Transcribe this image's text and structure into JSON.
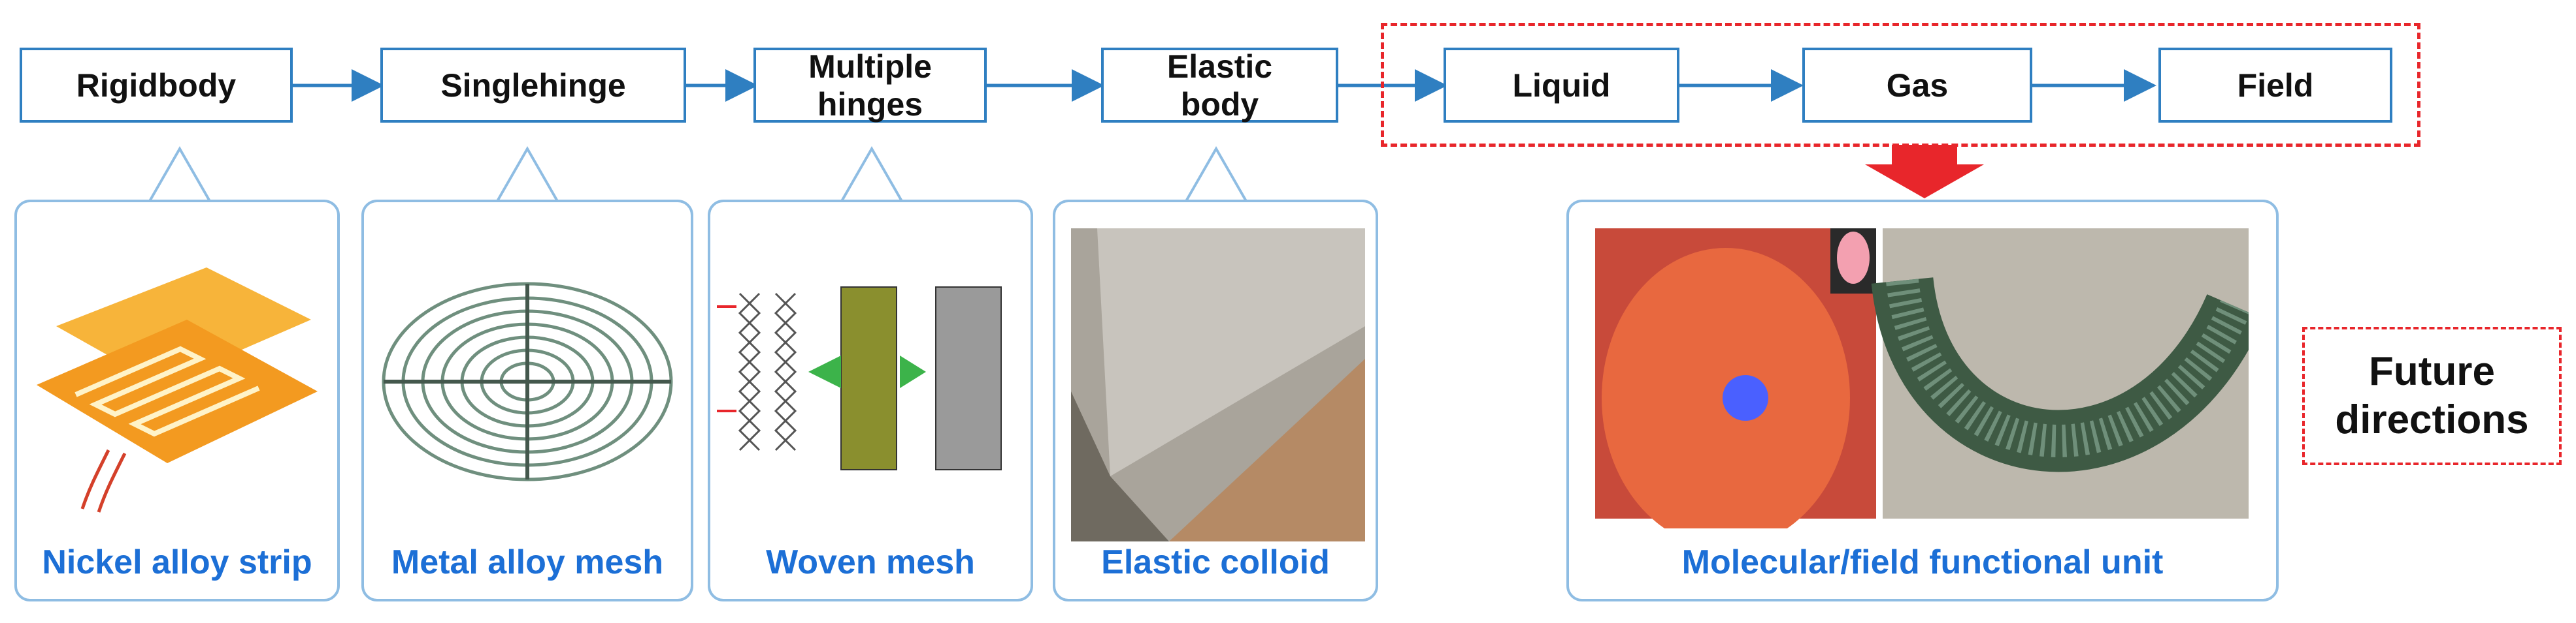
{
  "flow": [
    {
      "id": "rigidbody",
      "label": "Rigidbody"
    },
    {
      "id": "singlehinge",
      "label": "Singlehinge"
    },
    {
      "id": "multiple-hinges",
      "label": "Multiple\nhinges"
    },
    {
      "id": "elastic-body",
      "label": "Elastic\nbody"
    },
    {
      "id": "liquid",
      "label": "Liquid"
    },
    {
      "id": "gas",
      "label": "Gas"
    },
    {
      "id": "field",
      "label": "Field"
    }
  ],
  "cards": [
    {
      "label": "Nickel alloy strip",
      "image": "nickel-alloy-strip-image"
    },
    {
      "label": "Metal alloy mesh",
      "image": "spiral-metal-mesh-image"
    },
    {
      "label": "Woven mesh",
      "image": "woven-mesh-image"
    },
    {
      "label": "Elastic colloid",
      "image": "elastic-colloid-image"
    },
    {
      "label": "Molecular/field functional unit",
      "image": "functional-unit-images"
    }
  ],
  "future": {
    "label": "Future\ndirections"
  },
  "colors": {
    "box_border": "#2f7fc1",
    "card_border": "#8fbde3",
    "label_blue": "#1c6fd6",
    "accent_red": "#e8262b"
  }
}
